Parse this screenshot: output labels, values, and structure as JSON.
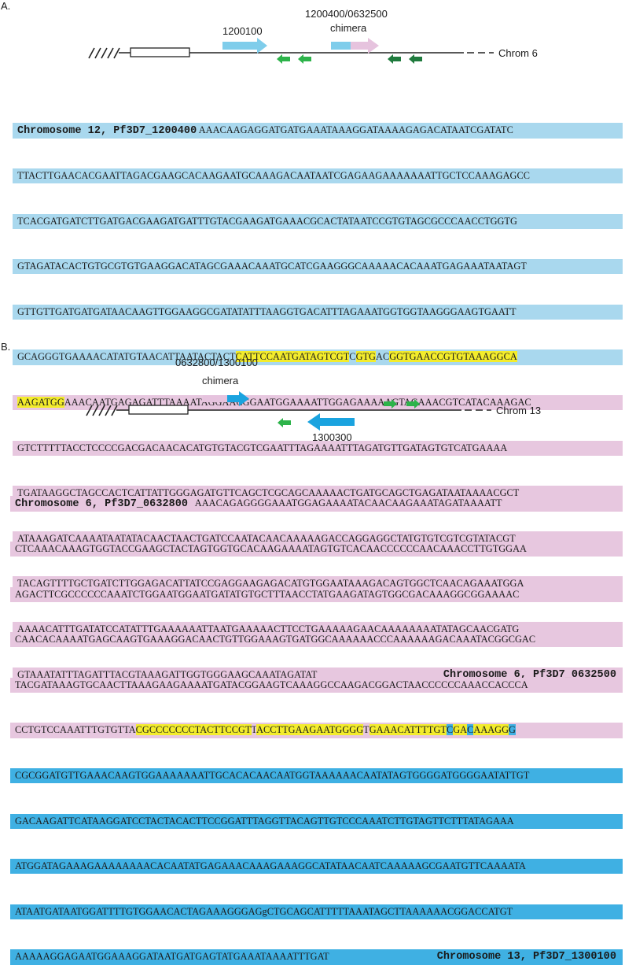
{
  "panel_a": {
    "label": "A.",
    "arrow_label_1": "1200100",
    "chimera_id": "1200400/0632500",
    "chimera_word": "chimera",
    "chrom_label": "Chrom 6",
    "seq_start_label": "Chromosome 12, Pf3D7_1200400",
    "seq_end_label": "Chromosome 6, Pf3D7_0632500",
    "line1_rest": "AAACAAGAGGATGATGAAATAAAGGATAAAAGAGACATAATCGATATC",
    "blue_lines": [
      "TTACTTGAACACGAATTAGACGAAGCACAAGAATGCAAAGACAATAATCGAGAAGAAAAAAATTGCTCCAAAGAGCC",
      "TCACGATGATCTTGATGACGAAGATGATTTGTACGAAGATGAAACGCACTATAATCCGTGTAGCGCCCAACCTGGTG",
      "GTAGATACACTGTGCGTGTGAAGGACATAGCGAAACAAATGCATCGAAGGGCAAAAACACAAATGAGAAATAATAGT",
      "GTTGTTGATGATGATAACAAGTTGGAAGGCGATATATTTAAGGTGACATTTAGAAATGGTGGTAAGGGAAGTGAATT"
    ],
    "junction_line": {
      "pre": "GCAGGGTGAAAACATATGTAACATTAATACTACT",
      "y1": "CATTCCAATGATAGTCGT",
      "m1": "C",
      "y2": "GTG",
      "m2": "A",
      "m3": "C",
      "y3": "GGTGAACCGTGTAAAGGCA"
    },
    "junction_line2": {
      "y": "AAGATGG",
      "rest": "AAACAATGAGAGATTTAAAATAGGAACGGAATGGAAAATTGGAGAAAAAGTAGAAACGTCATACAAAGAC"
    },
    "pink_lines": [
      "GTCTTTTTACCTCCCCGACGACAACACATGTGTACGTCGAATTTAGAAAATTTAGATGTTGATAGTGTCATGAAAA",
      "TGATAAGGCTAGCCACTCATTATTGGGAGATGTTCAGCTCGCAGCAAAAACTGATGCAGCTGAGATAATAAAACGCT",
      "ATAAAGATCAAAATAATATACAACTAACTGATCCAATACAACAAAAAGACCAGGAGGCTATGTGTCGTCGTATACGT",
      "TACAGTTTTGCTGATCTTGGAGACATTATCCGAGGAAGAGACATGTGGAATAAAGACAGTGGCTCAACAGAAATGGA",
      "AAAACATTTGATATCCATATTTGAAAAAATTAATGAAAAACTTCCTGAAAAAGAACAAAAAAAATATAGCAACGATG"
    ],
    "last_line": "GTAAATATTTAGATTTACGTAAAGATTGGTGGGAAGCAAATAGATAT"
  },
  "panel_b": {
    "label": "B.",
    "chimera_id": "0632800/1300100",
    "chimera_word": "chimera",
    "arrow_label_2": "1300300",
    "chrom_label": "Chrom 13",
    "seq_start_label": "Chromosome 6, Pf3D7_0632800",
    "seq_end_label": "Chromosome 13, Pf3D7_1300100",
    "line1_rest": "AAACAGAGGGGAAATGGAGAAAATACAACAAGAAATAGATAAAATT",
    "pink_lines": [
      "CTCAAACAAAGTGGTACCGAAGCTACTAGTGGTGCACAAGAAAATAGTGTCACAACCCCCCAACAAACCTTGTGGAA",
      "AGACTTCGCCCCCCAAATCTGGAATGGAATGATATGTGCTTTAACCTATGAAGATAGTGGCGACAAAGGCGGAAAAC",
      "CAACACAAAATGAGCAAGTGAAAGGACAACTGTTGGAAAGTGATGGCAAAAAACCCAAAAAAGACAAATACGGCGAC",
      "TACGATAAAGTGCAACTTAAAGAAGAAAATGATACGGAAGTCAAAGGCCAAGACGGACTAACCCCCCAAACCACCCA"
    ],
    "junction_line": {
      "pre": "CCTGTCCAAATTTGTGTTA",
      "y1": "CGCCCCCCCTACTTCCGT",
      "m1": "T",
      "y2": "ACCTTGAAGAATGGGG",
      "m2": "T",
      "y3": "GAAACATTTTGT",
      "b1": "C",
      "y4": "GA",
      "b2": "C",
      "y5": "AAAGG",
      "end": "G"
    },
    "blue_lines": [
      "CGCGGATGTTGAAACAAGTGGAAAAAAATTGCACACAACAATGGTAAAAAACAATATAGTGGGGATGGGGAATATTGT",
      "GACAAGATTCATAAGGATCCTACTACACTTCCGGATTTAGGTTACAGTTGTCCCAAATCTTGTAGTTCTTTATAGAAA",
      "ATGGATAGAAAGAAAAAAAACACAATATGAGAAACAAAGAAAGGCATATAACAATCAAAAAGCGAATGTTCAAAATA",
      "ATAATGATAATGGATTTTGTGGAACACTAGAAAGGGAGgCTGCAGCATTTTTAAATAGCTTAAAAAACGGACCATGT"
    ],
    "last_line": "AAAAAGGAGAATGGAAAGGATAATGATGAGTATGAAATAAAATTTGAT"
  },
  "colors": {
    "light_blue_box": "#a9d8ee",
    "pink_box": "#e7c7df",
    "yellow_highlight": "#f3ec2c",
    "blue_highlight": "#3fb0e3",
    "arrow_light_blue": "#7fcdeb",
    "arrow_pink": "#e6c3de",
    "arrow_blue": "#1aa3df",
    "primer_green": "#2db34a",
    "primer_dark_green": "#1f7a3d"
  }
}
